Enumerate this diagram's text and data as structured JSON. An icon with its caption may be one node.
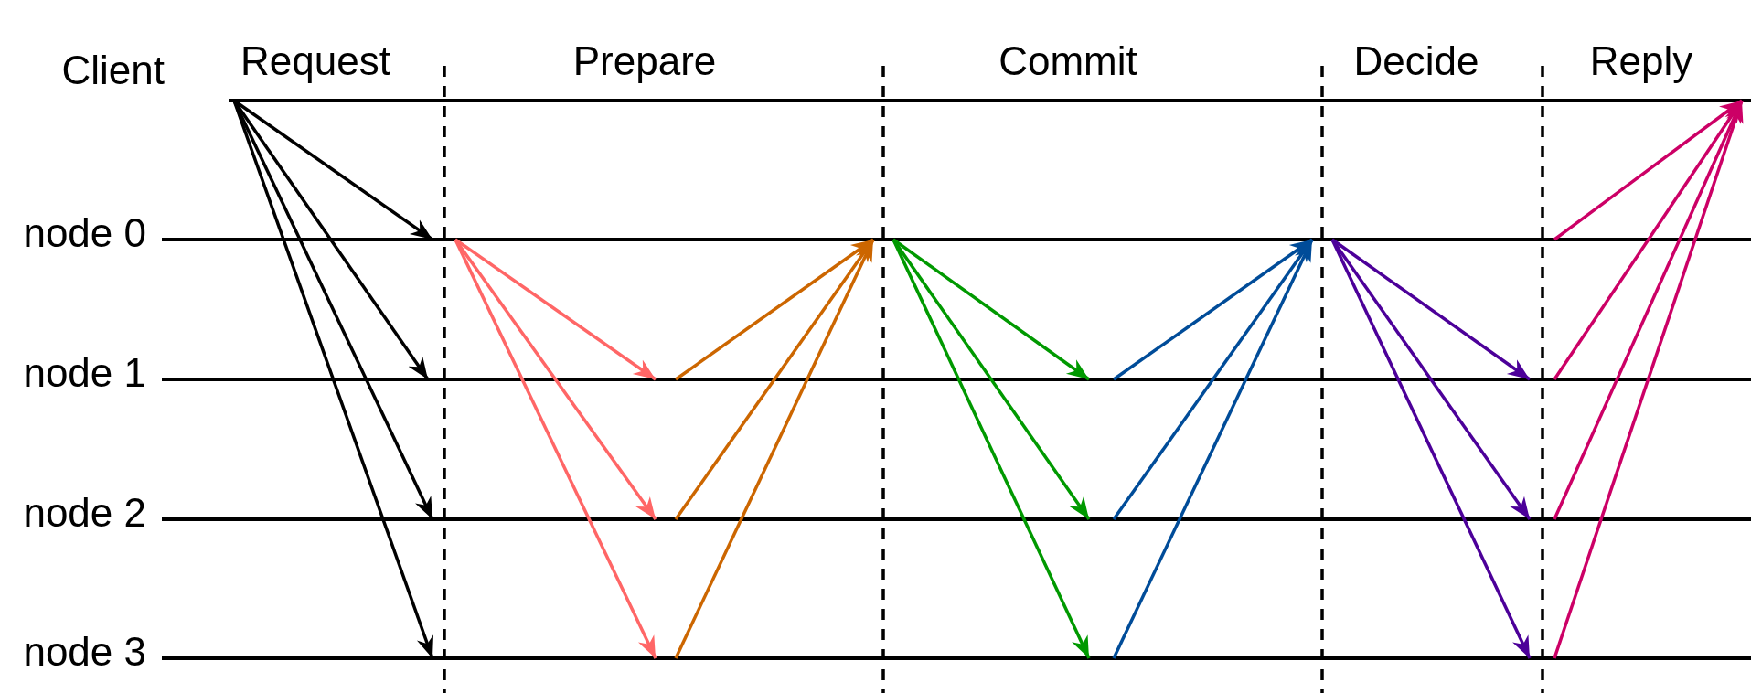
{
  "diagram": {
    "nodes": [
      {
        "text": [
          "Client"
        ]
      },
      {
        "text": [
          "node 0"
        ]
      },
      {
        "text": [
          "node 1"
        ]
      },
      {
        "text": [
          "node 2"
        ]
      },
      {
        "text": [
          "node 3"
        ]
      }
    ],
    "edges": [
      {
        "from": 0,
        "to": 1,
        "arrow": "to"
      },
      {
        "from": 0,
        "to": 2,
        "arrow": "to"
      },
      {
        "from": 0,
        "to": 3,
        "arrow": "to"
      },
      {
        "from": 0,
        "to": 4,
        "arrow": "to"
      },
      {
        "from": 1,
        "to": 2,
        "arrow": "to",
        "color": "#ff6666"
      },
      {
        "from": 1,
        "to": 3,
        "arrow": "to",
        "color": "#ff6666"
      },
      {
        "from": 1,
        "to": 4,
        "arrow": "to",
        "color": "#ff6666"
      },
      {
        "from": 2,
        "to": 1,
        "arrow": "to",
        "color": "#cc6600"
      },
      {
        "from": 3,
        "to": 1,
        "arrow": "to",
        "color": "#cc6600"
      },
      {
        "from": 4,
        "to": 1,
        "arrow": "to",
        "color": "#cc6600"
      },
      {
        "from": 1,
        "to": 2,
        "arrow": "to",
        "color": "#009900"
      },
      {
        "from": 1,
        "to": 3,
        "arrow": "to",
        "color": "#009900"
      },
      {
        "from": 1,
        "to": 4,
        "arrow": "to",
        "color": "#009900"
      },
      {
        "from": 2,
        "to": 1,
        "arrow": "to",
        "color": "#004c99"
      },
      {
        "from": 3,
        "to": 1,
        "arrow": "to",
        "color": "#004c99"
      },
      {
        "from": 4,
        "to": 1,
        "arrow": "to",
        "color": "#004c99"
      },
      {
        "from": 1,
        "to": 2,
        "arrow": "to",
        "color": "#4c0099"
      },
      {
        "from": 1,
        "to": 3,
        "arrow": "to",
        "color": "#4c0099"
      },
      {
        "from": 1,
        "to": 4,
        "arrow": "to",
        "color": "#4c0099"
      },
      {
        "from": 1,
        "to": 0,
        "arrow": "to",
        "color": "#cc0066"
      },
      {
        "from": 2,
        "to": 0,
        "arrow": "to",
        "color": "#cc0066"
      },
      {
        "from": 3,
        "to": 0,
        "arrow": "to",
        "color": "#cc0066"
      },
      {
        "from": 4,
        "to": 0,
        "arrow": "to",
        "color": "#cc0066"
      }
    ],
    "labels": [
      "Request",
      "Prepare",
      "Commit",
      "Decide",
      "Reply"
    ]
  }
}
